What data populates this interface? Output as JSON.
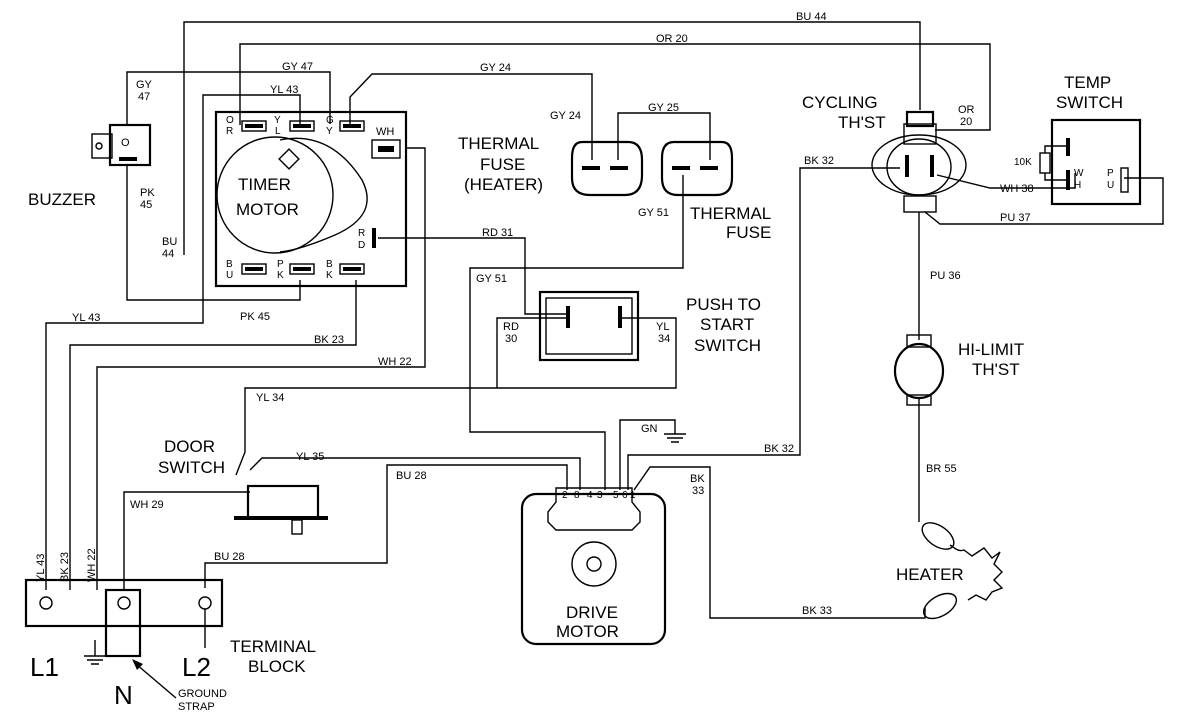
{
  "components": {
    "buzzer": "BUZZER",
    "buzzer_terminal": "O",
    "timer_motor": [
      "TIMER",
      "MOTOR"
    ],
    "timer_terminals": {
      "or": [
        "O",
        "R"
      ],
      "yl": [
        "Y",
        "L"
      ],
      "gy": [
        "G",
        "Y"
      ],
      "wh": "WH",
      "rd": [
        "R",
        "D"
      ],
      "bu": [
        "B",
        "U"
      ],
      "pk": [
        "P",
        "K"
      ],
      "bk": [
        "B",
        "K"
      ]
    },
    "thermal_fuse_heater": [
      "THERMAL",
      "FUSE",
      "(HEATER)"
    ],
    "thermal_fuse": [
      "THERMAL",
      "FUSE"
    ],
    "cycling_thst": [
      "CYCLING",
      "TH'ST"
    ],
    "temp_switch": [
      "TEMP",
      "SWITCH"
    ],
    "temp_switch_labels": {
      "resistor": "10K",
      "wh": [
        "W",
        "H"
      ],
      "pu": [
        "P",
        "U"
      ]
    },
    "push_to_start": [
      "PUSH TO",
      "START",
      "SWITCH"
    ],
    "hi_limit_thst": [
      "HI-LIMIT",
      "TH'ST"
    ],
    "door_switch": [
      "DOOR",
      "SWITCH"
    ],
    "drive_motor": [
      "DRIVE",
      "MOTOR"
    ],
    "drive_motor_pins": [
      "2",
      "8",
      "4",
      "3",
      "5",
      "6",
      "1"
    ],
    "gn_label": "GN",
    "heater": "HEATER",
    "terminal_block": [
      "TERMINAL",
      "BLOCK"
    ],
    "terminal_labels": {
      "l1": "L1",
      "n": "N",
      "l2": "L2"
    },
    "ground_strap": [
      "GROUND",
      "STRAP"
    ]
  },
  "wires": {
    "bu44_top": "BU 44",
    "or20_top": "OR 20",
    "gy47": [
      "GY",
      "47"
    ],
    "gy47_top": "GY 47",
    "gy24_top": "GY 24",
    "gy24_fuse": "GY 24",
    "gy25": "GY 25",
    "yl43_timer": "YL 43",
    "or20_right": [
      "OR",
      "20"
    ],
    "bk32_top": "BK 32",
    "wh38": "WH 38",
    "pu37": "PU 37",
    "pu36": "PU 36",
    "gy51_fuse": "GY 51",
    "pk45_buzzer": [
      "PK",
      "45"
    ],
    "bu44_left": [
      "BU",
      "44"
    ],
    "rd31": "RD 31",
    "gy51_left": "GY 51",
    "pk45_bottom": "PK 45",
    "yl43_left": "YL 43",
    "rd30": [
      "RD",
      "30"
    ],
    "yl34_switch": [
      "YL",
      "34"
    ],
    "bk23": "BK 23",
    "wh22": "WH 22",
    "yl34": "YL 34",
    "bk32_mid": "BK 32",
    "yl35": "YL 35",
    "bu28_top": "BU 28",
    "wh29": "WH 29",
    "bk33_vert": [
      "BK",
      "33"
    ],
    "br55": "BR 55",
    "bu28_bottom": "BU 28",
    "bk33_bottom": "BK 33",
    "yl43_vert": "YL 43",
    "bk23_vert": "BK 23",
    "wh22_vert": "WH 22"
  }
}
